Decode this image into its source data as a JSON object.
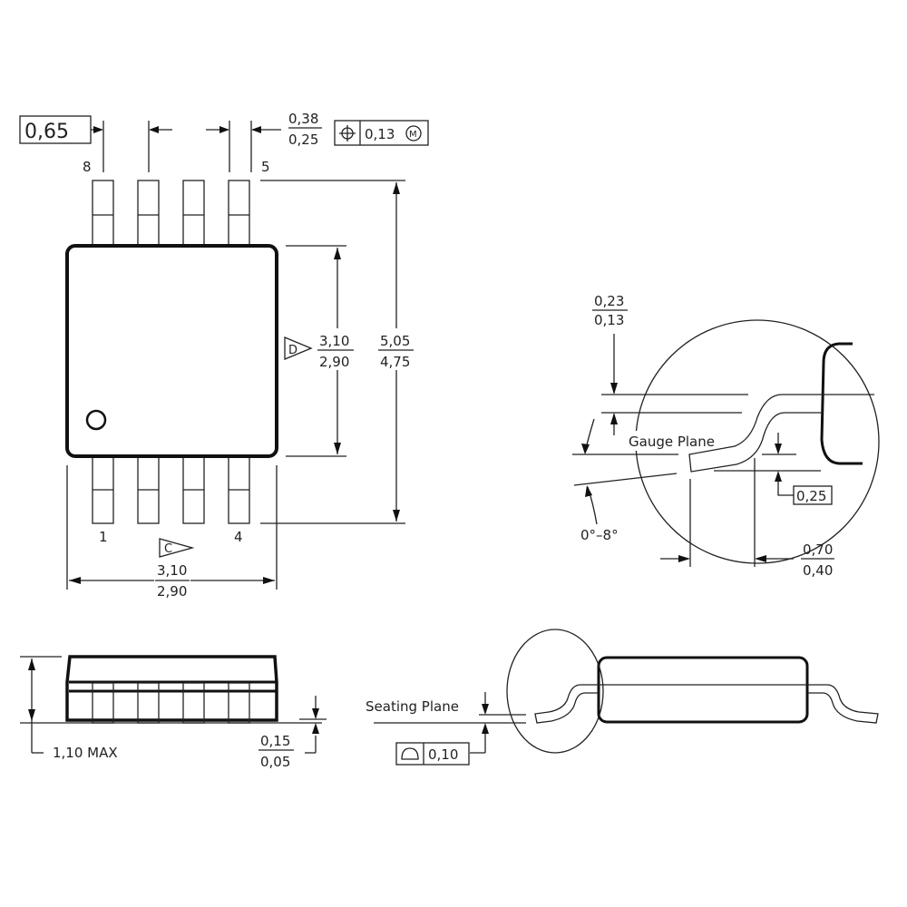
{
  "title": "MSOP-8 / VSSOP-8 package outline drawing",
  "top_view": {
    "pin_pitch": "0,65",
    "pin_width_max": "0,38",
    "pin_width_min": "0,25",
    "position_tolerance": {
      "symbol": "position-icon",
      "value": "0,13",
      "modifier": "M"
    },
    "pin_labels": {
      "pin8": "8",
      "pin5": "5",
      "pin1": "1",
      "pin4": "4"
    },
    "body_length": {
      "datum": "D",
      "max": "3,10",
      "min": "2,90"
    },
    "overall_width": {
      "max": "5,05",
      "min": "4,75"
    },
    "body_width": {
      "datum": "C",
      "max": "3,10",
      "min": "2,90"
    }
  },
  "detail_view": {
    "lead_thickness": {
      "max": "0,23",
      "min": "0,13"
    },
    "gauge_plane_label": "Gauge Plane",
    "gauge_height": "0,25",
    "lead_angle": "0°–8°",
    "foot_length": {
      "max": "0,70",
      "min": "0,40"
    }
  },
  "side_view": {
    "height": "1,10 MAX",
    "standoff": {
      "max": "0,15",
      "min": "0,05"
    }
  },
  "end_view": {
    "seating_plane_label": "Seating Plane",
    "coplanarity": {
      "symbol": "flatness-icon",
      "value": "0,10"
    }
  }
}
